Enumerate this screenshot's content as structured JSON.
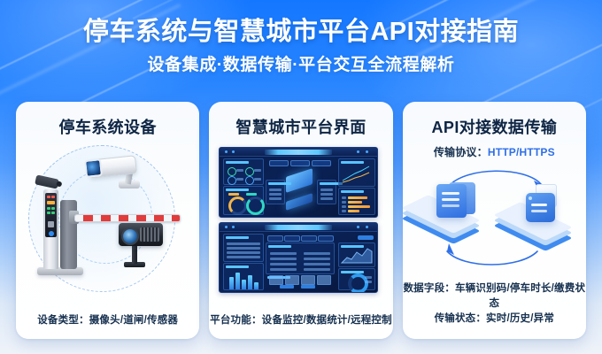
{
  "header": {
    "title": "停车系统与智慧城市平台API对接指南",
    "subtitle": "设备集成·数据传输·平台交互全流程解析"
  },
  "cards": [
    {
      "id": "parking-equipment",
      "title": "停车系统设备",
      "caption": "设备类型：摄像头/道闸/传感器",
      "illustration": "parking-barrier-gate-and-cameras",
      "devices": [
        "摄像头",
        "道闸",
        "传感器"
      ]
    },
    {
      "id": "smart-city-platform-ui",
      "title": "智慧城市平台界面",
      "caption": "平台功能：设备监控/数据统计/远程控制",
      "illustration": "two-dark-blue-dashboard-screenshots",
      "functions": [
        "设备监控",
        "数据统计",
        "远程控制"
      ]
    },
    {
      "id": "api-data-transfer",
      "title": "API对接数据传输",
      "protocol_label": "传输协议：",
      "protocol_value": "HTTP/HTTPS",
      "caption_line1": "数据字段：车辆识别码/停车时长/缴费状态",
      "caption_line2": "传输状态：实时/历史/异常",
      "illustration": "two-isometric-servers-with-circular-arrows",
      "data_fields": [
        "车辆识别码",
        "停车时长",
        "缴费状态"
      ],
      "transfer_states": [
        "实时",
        "历史",
        "异常"
      ]
    }
  ],
  "colors": {
    "header_gradient_start": "#1477ff",
    "header_gradient_end": "#dde9f8",
    "card_background": "#ffffff",
    "title_text": "#ffffff",
    "card_title_text": "#0e2544",
    "caption_text": "#16304f",
    "accent_blue": "#2f6fe8",
    "dashboard_dark": "#0a2256"
  }
}
